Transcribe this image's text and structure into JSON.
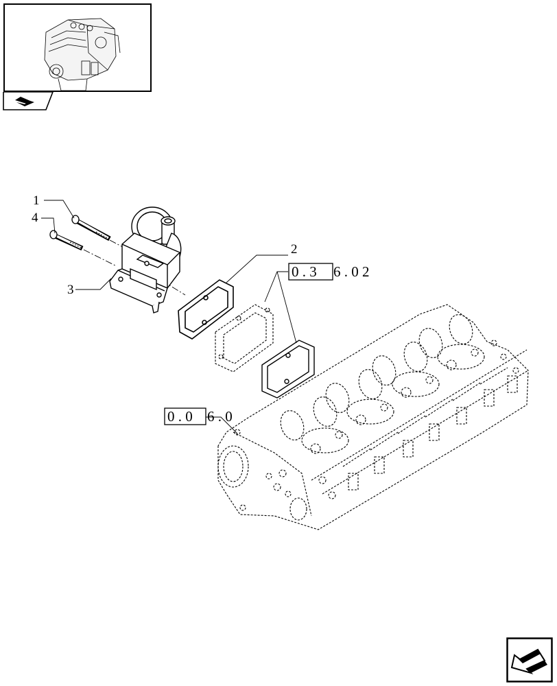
{
  "thumbnail": {
    "icon": "engine-icon",
    "tab_icon": "navigation-tab-icon"
  },
  "callouts": [
    {
      "id": "1",
      "label": "1"
    },
    {
      "id": "2",
      "label": "2"
    },
    {
      "id": "3",
      "label": "3"
    },
    {
      "id": "4",
      "label": "4"
    }
  ],
  "references": [
    {
      "id": "ref-a",
      "boxed": "0 . 3",
      "rest": "6 . 0 2"
    },
    {
      "id": "ref-b",
      "boxed": "0 . 0",
      "rest": "6 . 0"
    }
  ],
  "navigation": {
    "icon": "next-page-arrow-icon"
  }
}
